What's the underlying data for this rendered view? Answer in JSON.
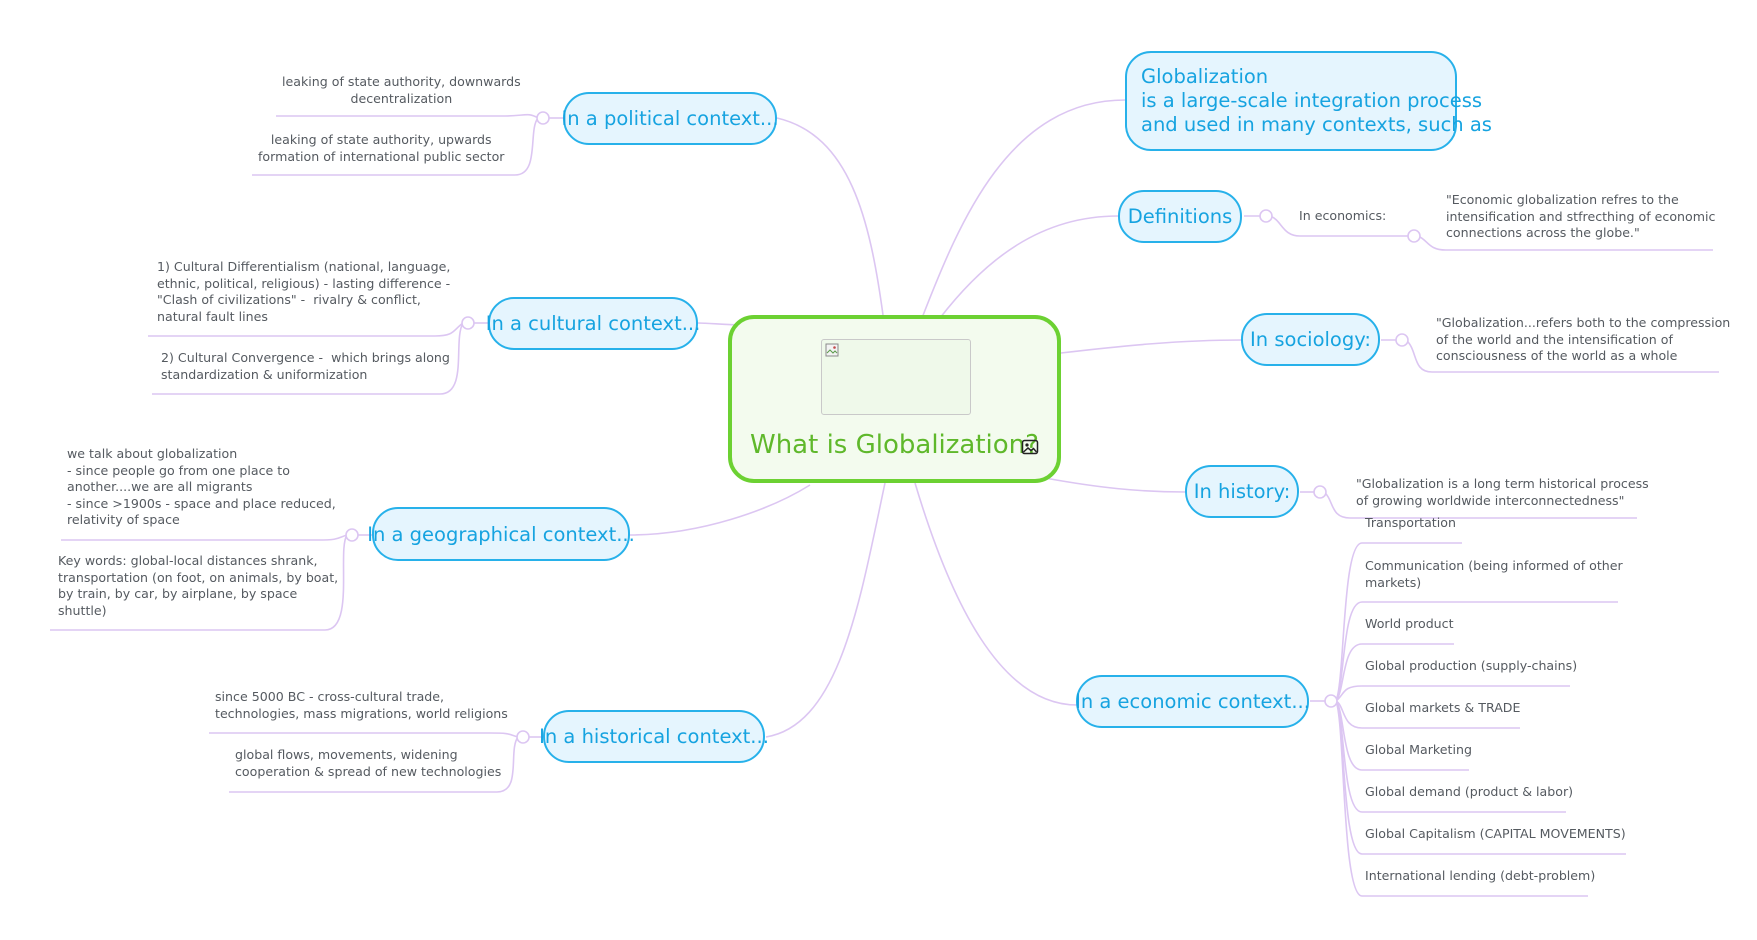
{
  "central": {
    "title": "What is Globalization?"
  },
  "topics": {
    "globalization": "Globalization\nis a large-scale integration process\nand used in many contexts, such as",
    "definitions": "Definitions",
    "sociology": "In sociology:",
    "history": "In history:",
    "economic": "In a economic context...",
    "political": "In a political context...",
    "cultural": "In a cultural context...",
    "geographical": "In a geographical context...",
    "historical": "In a historical context..."
  },
  "subtopics": {
    "definitions_economics": "In economics:",
    "definitions_quote": "\"Economic globalization refres to the\nintensification and stfrecthing of economic\nconnections across the globe.\"",
    "sociology_quote": "\"Globalization...refers both to the compression\nof the world and the intensification of\nconsciousness of the world as a whole",
    "history_quote": "\"Globalization is a long term historical process\nof growing worldwide interconnectedness\"",
    "economic_items": [
      "Transportation",
      "Communication (being informed of other\nmarkets)",
      "World product",
      "Global production (supply-chains)",
      "Global markets & TRADE",
      "Global Marketing",
      "Global demand (product & labor)",
      "Global Capitalism (CAPITAL MOVEMENTS)",
      "International lending (debt-problem)"
    ],
    "political_items": [
      "leaking of state authority, downwards\ndecentralization",
      "leaking of state authority, upwards\nformation of international public sector"
    ],
    "cultural_items": [
      "1) Cultural Differentialism (national, language,\nethnic, political, religious) - lasting difference -\n\"Clash of civilizations\" -  rivalry & conflict,\nnatural fault lines",
      "2) Cultural Convergence -  which brings along\nstandardization & uniformization"
    ],
    "geographical_items": [
      "we talk about globalization\n- since people go from one place to\nanother....we are all migrants\n- since >1900s - space and place reduced,\nrelativity of space",
      "Key words: global-local distances shrank,\ntransportation (on foot, on animals, by boat,\nby train, by car, by airplane, by space\nshuttle)"
    ],
    "historical_items": [
      "since 5000 BC - cross-cultural trade,\ntechnologies, mass migrations, world religions",
      "global flows, movements, widening\ncooperation & spread of new technologies"
    ]
  },
  "colors": {
    "central_border": "#6cd132",
    "central_text": "#5fb82b",
    "topic_border": "#27b1ea",
    "topic_text": "#16a3e0",
    "topic_fill": "#e5f5fe",
    "connector": "#dcc6f2"
  },
  "icons": {
    "central_image": "broken-image-icon",
    "image_badge": "image-icon"
  }
}
